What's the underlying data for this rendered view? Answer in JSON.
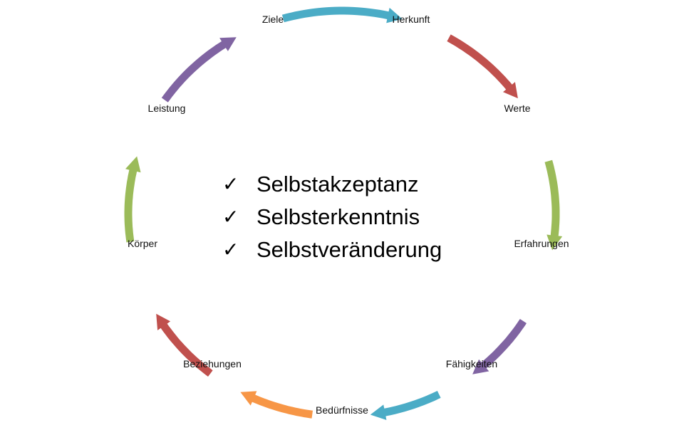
{
  "diagram": {
    "nodes": [
      {
        "label": "Ziele"
      },
      {
        "label": "Herkunft"
      },
      {
        "label": "Werte"
      },
      {
        "label": "Erfahrungen"
      },
      {
        "label": "Fähigkeiten"
      },
      {
        "label": "Bedürfnisse"
      },
      {
        "label": "Beziehungen"
      },
      {
        "label": "Körper"
      },
      {
        "label": "Leistung"
      }
    ],
    "arrows": [
      {
        "from": "Ziele",
        "to": "Herkunft",
        "color": "#4bacc6"
      },
      {
        "from": "Herkunft",
        "to": "Werte",
        "color": "#c0504d"
      },
      {
        "from": "Werte",
        "to": "Erfahrungen",
        "color": "#9bbb59"
      },
      {
        "from": "Erfahrungen",
        "to": "Fähigkeiten",
        "color": "#8064a2"
      },
      {
        "from": "Fähigkeiten",
        "to": "Bedürfnisse",
        "color": "#4bacc6"
      },
      {
        "from": "Bedürfnisse",
        "to": "Beziehungen",
        "color": "#f79646"
      },
      {
        "from": "Beziehungen",
        "to": "Körper",
        "color": "#c0504d"
      },
      {
        "from": "Körper",
        "to": "Leistung",
        "color": "#9bbb59"
      },
      {
        "from": "Leistung",
        "to": "Ziele",
        "color": "#8064a2"
      }
    ]
  },
  "checklist": {
    "mark_icon": "check-mark-icon",
    "items": [
      {
        "text": "Selbstakzeptanz"
      },
      {
        "text": "Selbsterkenntnis"
      },
      {
        "text": "Selbstveränderung"
      }
    ]
  }
}
